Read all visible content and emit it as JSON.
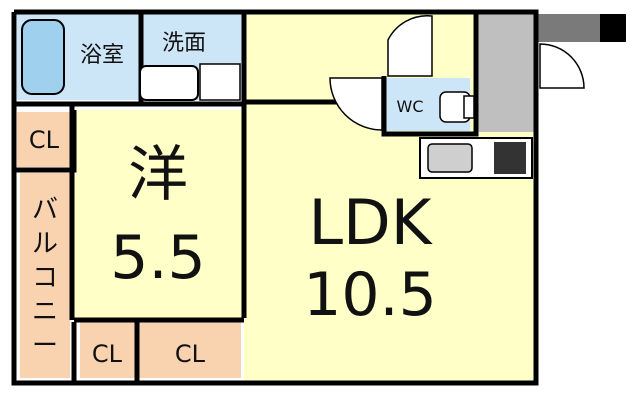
{
  "rooms": {
    "bath": "浴室",
    "washroom": "洗面",
    "wc": "WC",
    "closet_left": "CL",
    "closet_bottom_1": "CL",
    "closet_bottom_2": "CL",
    "western_room": {
      "name": "洋",
      "size": "5.5"
    },
    "ldk": {
      "name": "LDK",
      "size": "10.5"
    },
    "balcony": [
      "バ",
      "ル",
      "コ",
      "ニ",
      "ー"
    ]
  },
  "colors": {
    "room_fill": "#ffffc8",
    "wet_fill": "#cde6f7",
    "closet_fill": "#f9d3b0",
    "balcony_fill": "#f9d3b0",
    "wall": "#000000",
    "fixture_gray": "#bfbfbf"
  },
  "icons": [
    "bathtub-icon",
    "washbasin-icon",
    "toilet-icon",
    "kitchen-sink-icon",
    "stove-icon",
    "door-swing-icon"
  ]
}
